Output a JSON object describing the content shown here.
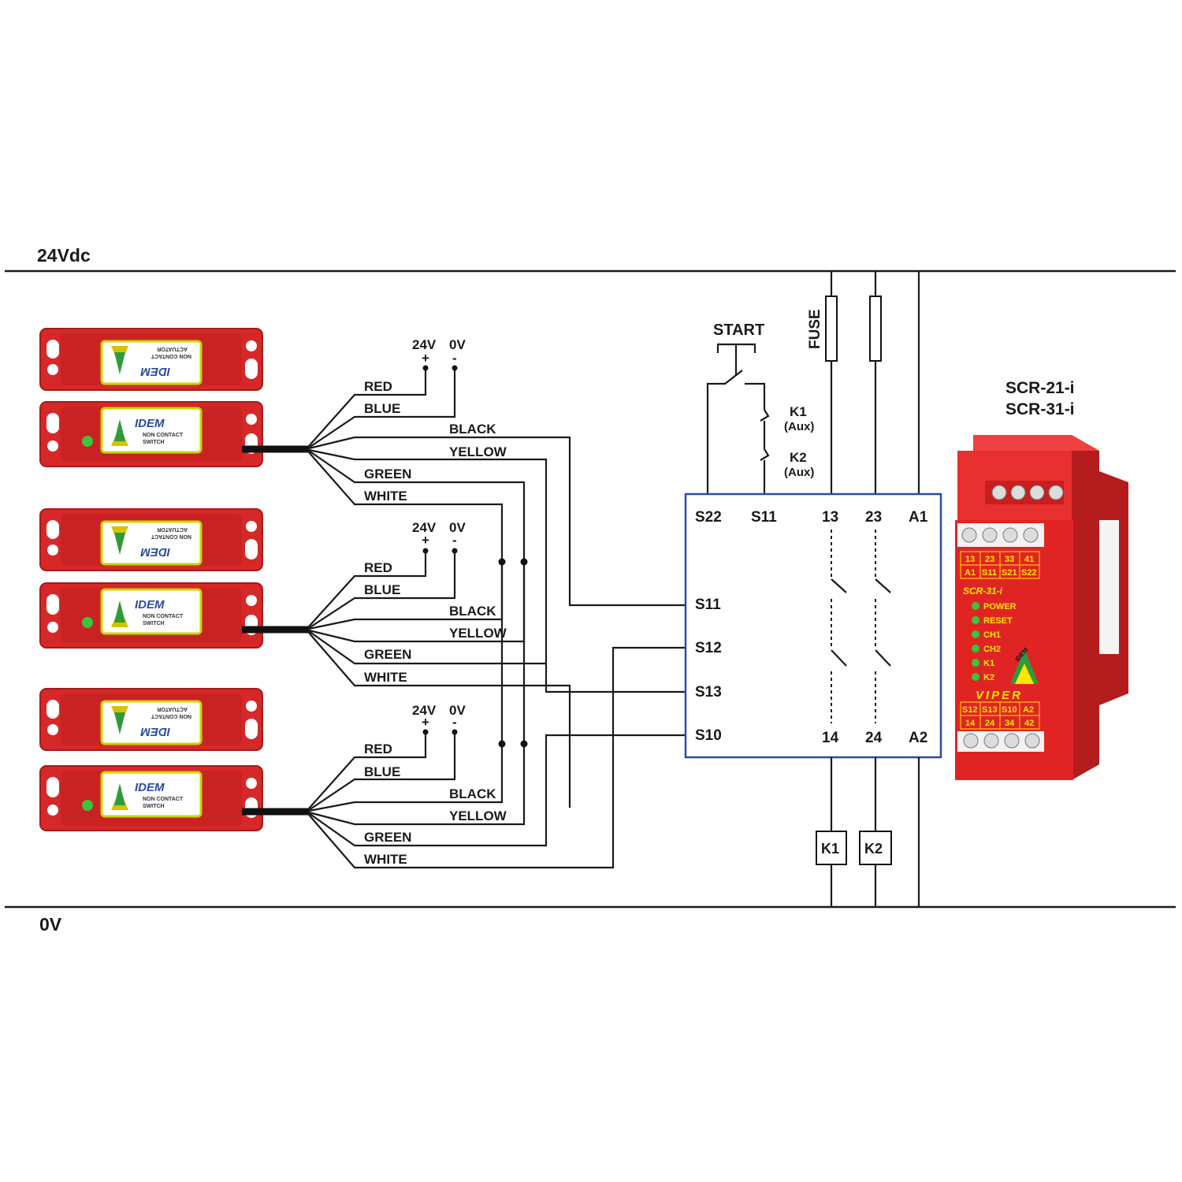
{
  "rails": {
    "top": "24Vdc",
    "bottom": "0V"
  },
  "colors": {
    "switch_body": "#d62828",
    "switch_edge": "#a61b1b",
    "label_bg": "#ffffff",
    "label_border": "#c7d600",
    "relay_box": "#2b4aa8",
    "relay_housing": "#e02424",
    "led": "#3cc43c",
    "relay_text": "#ffe600"
  },
  "switches": {
    "actuator_brand": "IDEM",
    "actuator_text1": "NON CONTACT",
    "actuator_text2": "ACTUATOR",
    "switch_brand": "IDEM",
    "switch_text1": "NON CONTACT",
    "switch_text2": "SWITCH"
  },
  "supply": {
    "plus_label": "24V",
    "minus_label": "0V",
    "plus_sign": "+",
    "minus_sign": "-"
  },
  "wires": {
    "red": "RED",
    "blue": "BLUE",
    "black": "BLACK",
    "yellow": "YELLOW",
    "green": "GREEN",
    "white": "WHITE"
  },
  "start": {
    "label": "START"
  },
  "aux": {
    "k1": "K1",
    "k1_sub": "(Aux)",
    "k2": "K2",
    "k2_sub": "(Aux)"
  },
  "fuse": {
    "label": "FUSE"
  },
  "relay_box": {
    "top_terminals": [
      "S22",
      "S11",
      "13",
      "23",
      "A1"
    ],
    "left_terminals": [
      "S11",
      "S12",
      "S13",
      "S10"
    ],
    "bottom_terminals": [
      "14",
      "24",
      "A2"
    ]
  },
  "contactors": {
    "k1": "K1",
    "k2": "K2"
  },
  "product": {
    "model1": "SCR-21-i",
    "model2": "SCR-31-i",
    "top_row1": [
      "13",
      "23",
      "33",
      "41"
    ],
    "top_row2": [
      "A1",
      "S11",
      "S21",
      "S22"
    ],
    "model_label": "SCR-31-i",
    "leds": [
      "POWER",
      "RESET",
      "CH1",
      "CH2",
      "K1",
      "K2"
    ],
    "brand": "VIPER",
    "logo_text": "IDEM",
    "bottom_row1": [
      "S12",
      "S13",
      "S10",
      "A2"
    ],
    "bottom_row2": [
      "14",
      "24",
      "34",
      "42"
    ]
  }
}
